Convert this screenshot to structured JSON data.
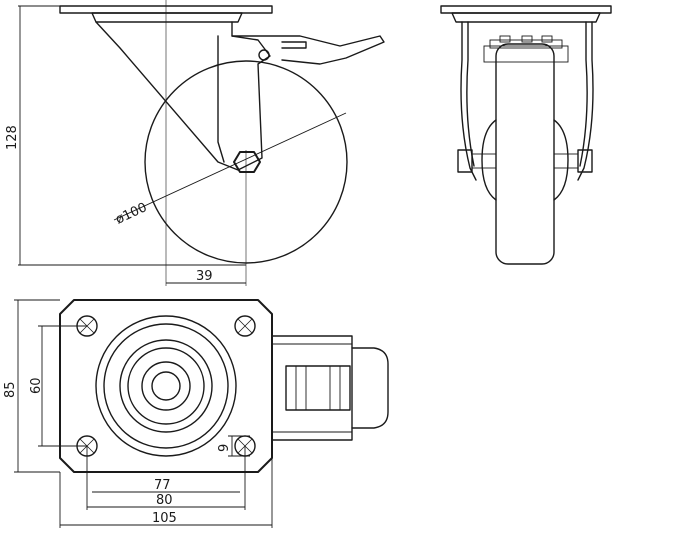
{
  "drawing": {
    "subject": "swivel castor with brake",
    "dimensions": {
      "height": "128",
      "wheel_diameter": "ø100",
      "offset": "39",
      "plate_length": "105",
      "bolt_spacing_length_outer": "80",
      "bolt_spacing_length_inner": "77",
      "plate_width": "85",
      "bolt_spacing_width": "60",
      "hole_diameter": "9"
    }
  }
}
